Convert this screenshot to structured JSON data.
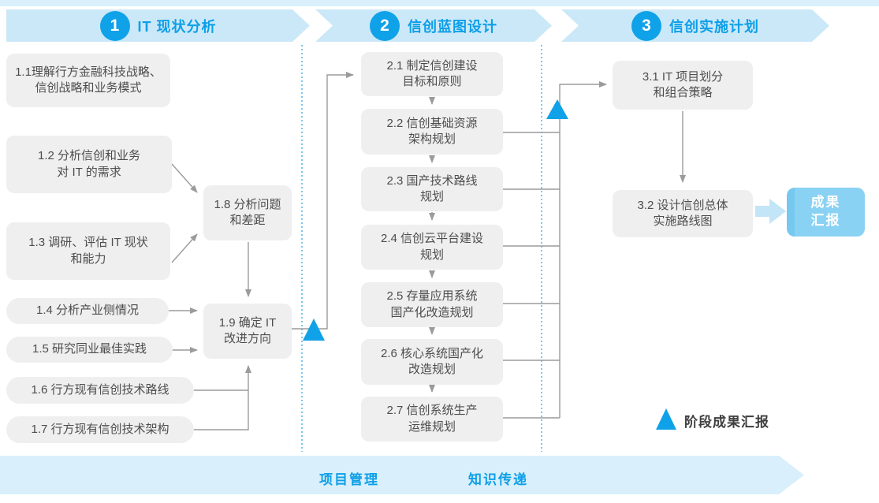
{
  "phases": [
    {
      "number": "1",
      "title": "IT 现状分析"
    },
    {
      "number": "2",
      "title": "信创蓝图设计"
    },
    {
      "number": "3",
      "title": "信创实施计划"
    }
  ],
  "steps": {
    "b11": "1.1理解行方金融科技战略、\n信创战略和业务模式",
    "b12": "1.2 分析信创和业务\n对 IT 的需求",
    "b13": "1.3 调研、评估 IT 现状\n和能力",
    "b14": "1.4 分析产业侧情况",
    "b15": "1.5 研究同业最佳实践",
    "b16": "1.6 行方现有信创技术路线",
    "b17": "1.7 行方现有信创技术架构",
    "b18": "1.8 分析问题\n和差距",
    "b19": "1.9 确定 IT\n改进方向",
    "b21": "2.1 制定信创建设\n目标和原则",
    "b22": "2.2 信创基础资源\n架构规划",
    "b23": "2.3 国产技术路线\n规划",
    "b24": "2.4 信创云平台建设\n规划",
    "b25": "2.5 存量应用系统\n国产化改造规划",
    "b26": "2.6 核心系统国产化\n改造规划",
    "b27": "2.7 信创系统生产\n运维规划",
    "b31": "3.1 IT 项目划分\n和组合策略",
    "b32": "3.2 设计信创总体\n实施路线图"
  },
  "deliverable": {
    "label": "成果\n汇报"
  },
  "legend": {
    "milestone_label": "阶段成果汇报"
  },
  "footer": {
    "items": [
      "项目管理",
      "知识传递"
    ]
  },
  "colors": {
    "accent": "#10a2e8",
    "band-bg": "#cbe8f8",
    "strip-bg": "#d9effb",
    "band-text": "#0c9fe8",
    "box-bg": "#efefef",
    "box-text": "#4d4d4d",
    "wire": "#9b9b9b",
    "deliverable-bg": "#8ad2f3",
    "deliverable-arrow": "#c2e5f7"
  }
}
